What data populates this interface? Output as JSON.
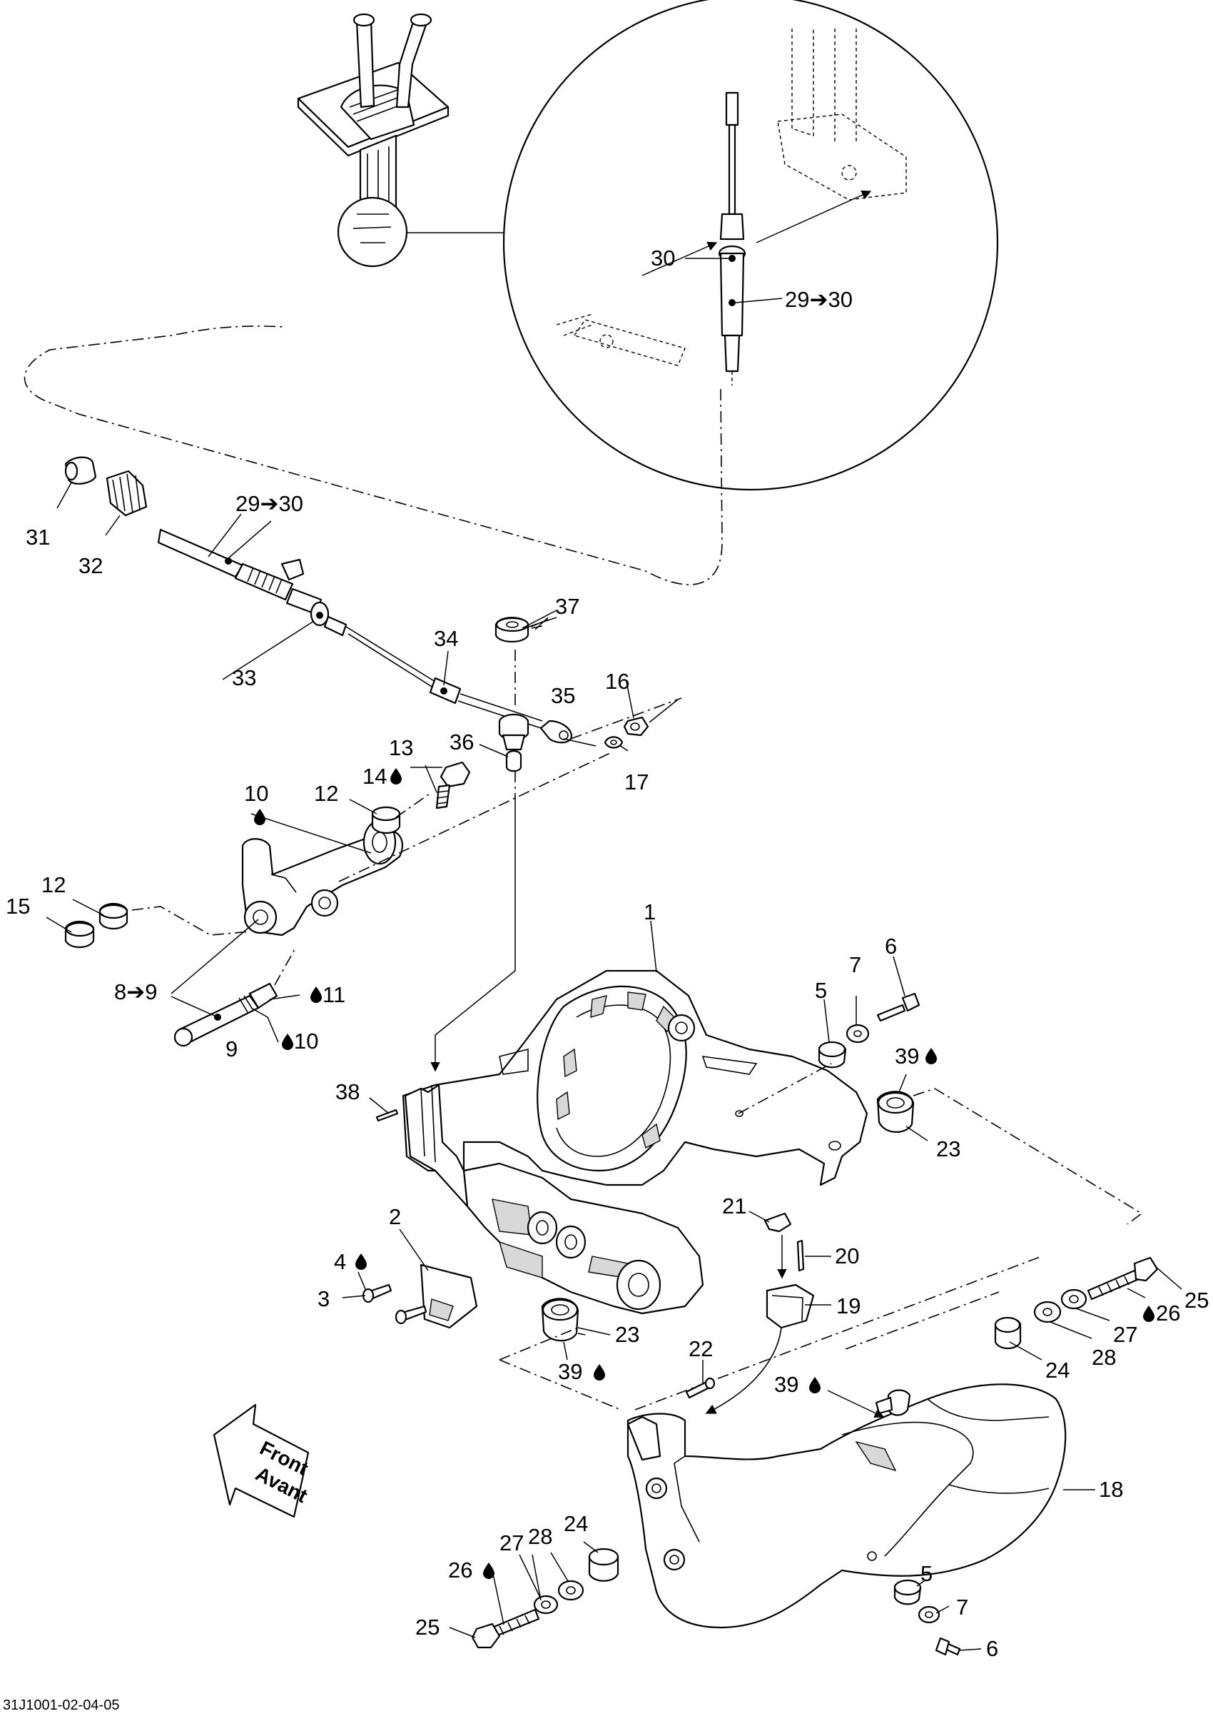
{
  "figure_code": "31J1001-02-04-05",
  "direction_sign": {
    "line1": "Front",
    "line2": "Avant"
  },
  "callouts": [
    {
      "id": "c-30-inset",
      "text": "30"
    },
    {
      "id": "c-29-30-inset",
      "text": "29➔30"
    },
    {
      "id": "c-29-30",
      "text": "29➔30"
    },
    {
      "id": "c-31",
      "text": "31"
    },
    {
      "id": "c-32",
      "text": "32"
    },
    {
      "id": "c-33",
      "text": "33"
    },
    {
      "id": "c-34",
      "text": "34"
    },
    {
      "id": "c-35",
      "text": "35"
    },
    {
      "id": "c-36",
      "text": "36"
    },
    {
      "id": "c-37",
      "text": "37"
    },
    {
      "id": "c-16",
      "text": "16"
    },
    {
      "id": "c-17",
      "text": "17"
    },
    {
      "id": "c-13",
      "text": "13"
    },
    {
      "id": "c-14",
      "text": "14"
    },
    {
      "id": "c-12a",
      "text": "12"
    },
    {
      "id": "c-10a",
      "text": "10"
    },
    {
      "id": "c-12b",
      "text": "12"
    },
    {
      "id": "c-15",
      "text": "15"
    },
    {
      "id": "c-8-9",
      "text": "8➔9"
    },
    {
      "id": "c-9",
      "text": "9"
    },
    {
      "id": "c-11",
      "text": "11"
    },
    {
      "id": "c-10b",
      "text": "10"
    },
    {
      "id": "c-1",
      "text": "1"
    },
    {
      "id": "c-5a",
      "text": "5"
    },
    {
      "id": "c-7a",
      "text": "7"
    },
    {
      "id": "c-6a",
      "text": "6"
    },
    {
      "id": "c-39a",
      "text": "39"
    },
    {
      "id": "c-23a",
      "text": "23"
    },
    {
      "id": "c-38",
      "text": "38"
    },
    {
      "id": "c-2",
      "text": "2"
    },
    {
      "id": "c-4",
      "text": "4"
    },
    {
      "id": "c-3",
      "text": "3"
    },
    {
      "id": "c-21",
      "text": "21"
    },
    {
      "id": "c-20",
      "text": "20"
    },
    {
      "id": "c-19",
      "text": "19"
    },
    {
      "id": "c-23b",
      "text": "23"
    },
    {
      "id": "c-39b",
      "text": "39"
    },
    {
      "id": "c-22",
      "text": "22"
    },
    {
      "id": "c-39c",
      "text": "39"
    },
    {
      "id": "c-25a",
      "text": "25"
    },
    {
      "id": "c-26a",
      "text": "26"
    },
    {
      "id": "c-27a",
      "text": "27"
    },
    {
      "id": "c-28a",
      "text": "28"
    },
    {
      "id": "c-24a",
      "text": "24"
    },
    {
      "id": "c-18",
      "text": "18"
    },
    {
      "id": "c-26b",
      "text": "26"
    },
    {
      "id": "c-27b",
      "text": "27"
    },
    {
      "id": "c-28b",
      "text": "28"
    },
    {
      "id": "c-24b",
      "text": "24"
    },
    {
      "id": "c-25b",
      "text": "25"
    },
    {
      "id": "c-5b",
      "text": "5"
    },
    {
      "id": "c-7b",
      "text": "7"
    },
    {
      "id": "c-6b",
      "text": "6"
    }
  ]
}
